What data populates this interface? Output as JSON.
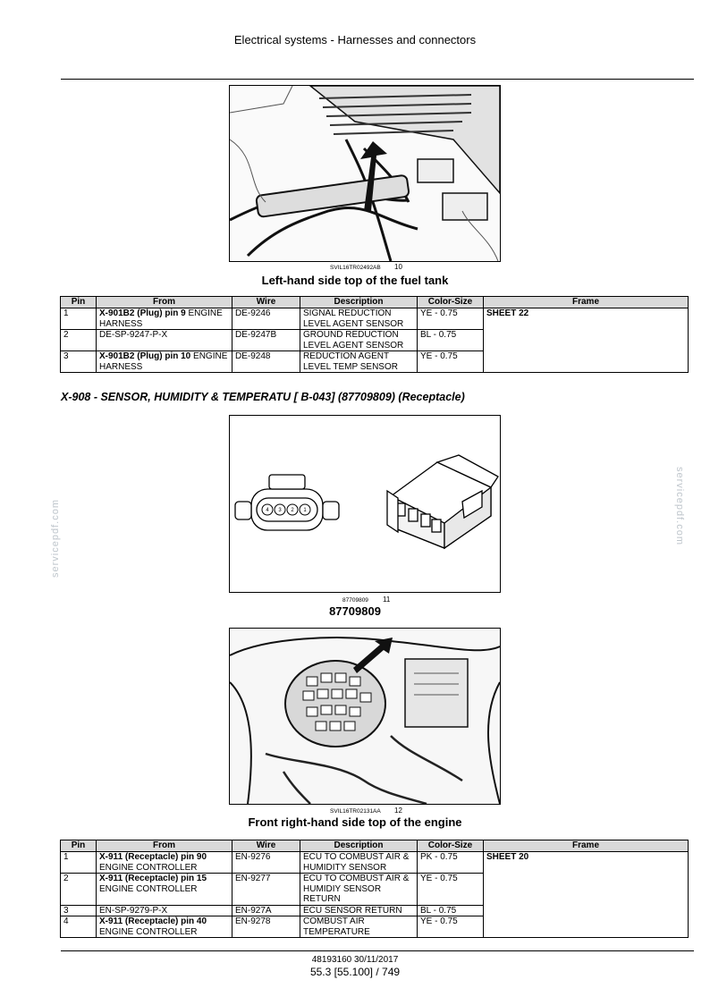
{
  "header": {
    "title": "Electrical systems - Harnesses and connectors"
  },
  "watermark": {
    "text": "servicepdf.com"
  },
  "figure1": {
    "code": "SVIL16TR02492AB",
    "number": "10",
    "caption": "Left-hand side top of the fuel tank"
  },
  "table_columns": [
    "Pin",
    "From",
    "Wire",
    "Description",
    "Color-Size",
    "Frame"
  ],
  "table1": {
    "frame": "SHEET 22",
    "rows": [
      {
        "pin": "1",
        "from_bold": "X-901B2 (Plug) pin 9",
        "from_rest": " ENGINE HARNESS",
        "wire": "DE-9246",
        "desc": "SIGNAL REDUCTION LEVEL AGENT SENSOR",
        "color": "YE - 0.75"
      },
      {
        "pin": "2",
        "from_bold": "",
        "from_rest": "DE-SP-9247-P-X",
        "wire": "DE-9247B",
        "desc": "GROUND REDUCTION LEVEL AGENT SENSOR",
        "color": "BL - 0.75"
      },
      {
        "pin": "3",
        "from_bold": "X-901B2 (Plug) pin 10",
        "from_rest": " ENGINE HARNESS",
        "wire": "DE-9248",
        "desc": "REDUCTION AGENT LEVEL TEMP SENSOR",
        "color": "YE - 0.75"
      }
    ]
  },
  "section": {
    "title": "X-908 - SENSOR, HUMIDITY & TEMPERATU [ B-043] (87709809) (Receptacle)"
  },
  "figure2": {
    "code": "87709809",
    "number": "11",
    "caption": "87709809",
    "pin_labels": [
      "4",
      "3",
      "2",
      "1"
    ]
  },
  "figure3": {
    "code": "SVIL16TR02131AA",
    "number": "12",
    "caption": "Front right-hand side top of the engine"
  },
  "table2": {
    "frame": "SHEET 20",
    "rows": [
      {
        "pin": "1",
        "from_bold": "X-911 (Receptacle) pin 90",
        "from_rest": " ENGINE CONTROLLER",
        "wire": "EN-9276",
        "desc": "ECU TO COMBUST AIR & HUMIDITY SENSOR",
        "color": "PK - 0.75"
      },
      {
        "pin": "2",
        "from_bold": "X-911 (Receptacle) pin 15",
        "from_rest": " ENGINE CONTROLLER",
        "wire": "EN-9277",
        "desc": "ECU TO COMBUST AIR & HUMIDIY SENSOR RETURN",
        "color": "YE - 0.75"
      },
      {
        "pin": "3",
        "from_bold": "",
        "from_rest": "EN-SP-9279-P-X",
        "wire": "EN-927A",
        "desc": "ECU SENSOR RETURN",
        "color": "BL - 0.75"
      },
      {
        "pin": "4",
        "from_bold": "X-911 (Receptacle) pin 40",
        "from_rest": " ENGINE CONTROLLER",
        "wire": "EN-9278",
        "desc": "COMBUST AIR TEMPERATURE",
        "color": "YE - 0.75"
      }
    ]
  },
  "footer": {
    "doc_line": "48193160 30/11/2017",
    "page_line": "55.3 [55.100] / 749"
  }
}
